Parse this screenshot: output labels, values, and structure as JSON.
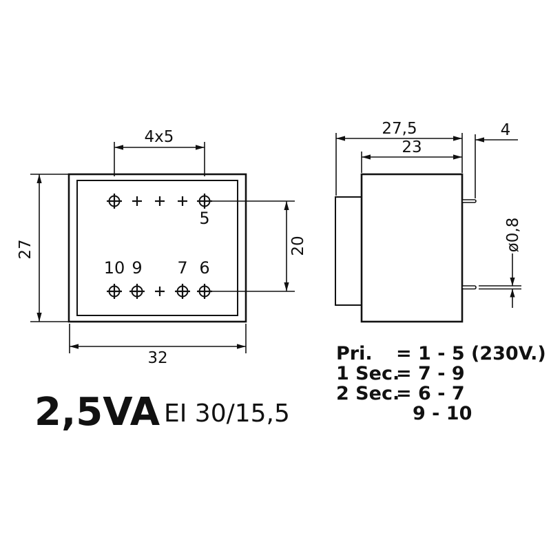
{
  "style": {
    "ink": "#111111",
    "background": "#ffffff"
  },
  "bottom_view": {
    "dim_pin_pitch": "4x5",
    "dim_height": "27",
    "dim_width": "32",
    "dim_pin_row_spacing": "20",
    "pin_label_top_right": "5",
    "pin_labels_bottom": [
      "10",
      "9",
      "7",
      "6"
    ]
  },
  "side_view": {
    "dim_overall_depth": "27,5",
    "dim_body_depth": "23",
    "dim_pin_length": "4",
    "dim_pin_diameter": "ø0,8"
  },
  "connections": {
    "rows": [
      {
        "label": "Pri.",
        "value": "= 1 - 5 (230V.)"
      },
      {
        "label": "1 Sec.",
        "value": "= 7 - 9"
      },
      {
        "label": "2 Sec.",
        "value": "= 6 - 7"
      },
      {
        "label": "",
        "value": "9 - 10"
      }
    ]
  },
  "footer": {
    "power_rating": "2,5VA",
    "core_type": "EI 30/15,5"
  }
}
